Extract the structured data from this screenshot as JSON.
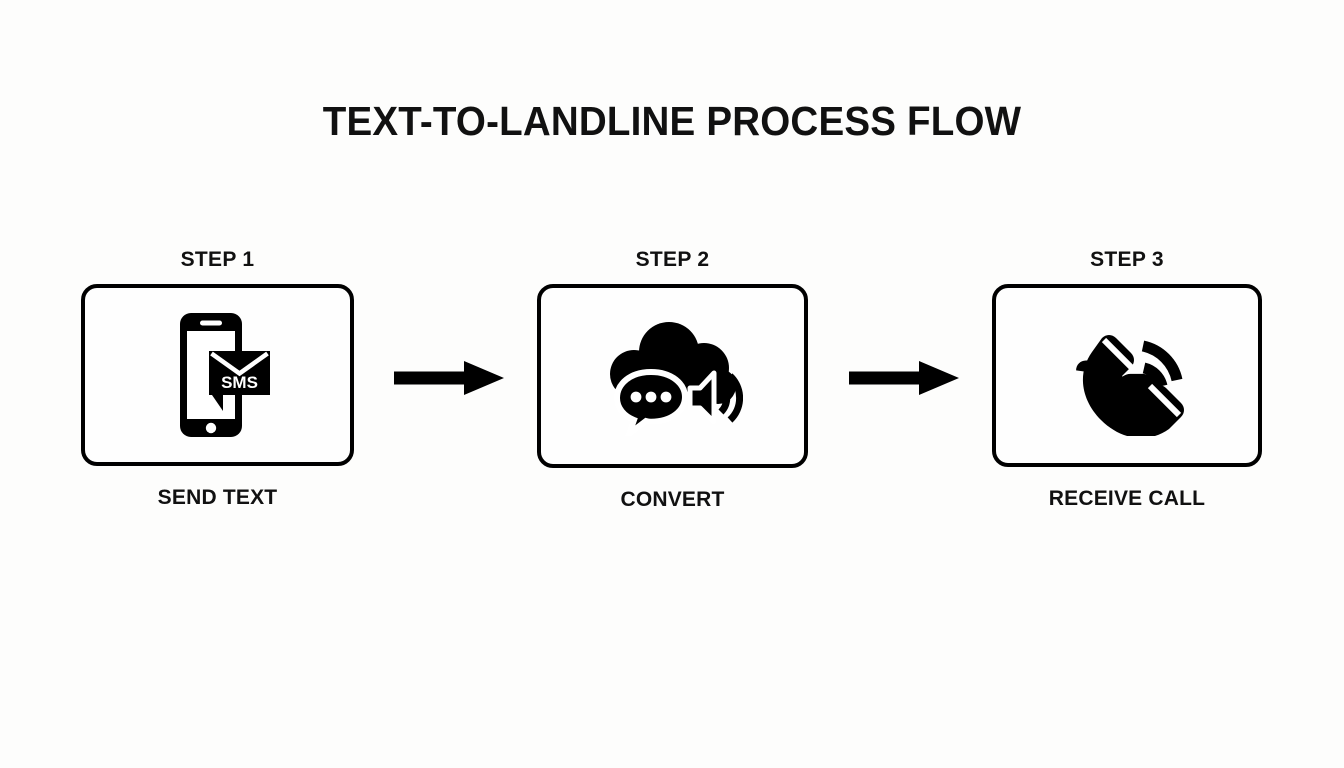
{
  "diagram": {
    "title": "TEXT-TO-LANDLINE PROCESS FLOW",
    "background_color": "#fdfdfc",
    "ink_color": "#000000",
    "orientation": "horizontal",
    "steps": [
      {
        "label": "STEP 1",
        "caption": "SEND TEXT",
        "icon": "smartphone-sms-icon",
        "icon_text": "SMS"
      },
      {
        "label": "STEP 2",
        "caption": "CONVERT",
        "icon": "cloud-speech-speaker-icon",
        "icon_text": ""
      },
      {
        "label": "STEP 3",
        "caption": "RECEIVE CALL",
        "icon": "telephone-handset-ringing-icon",
        "icon_text": ""
      }
    ],
    "connectors": [
      {
        "name": "arrow-step1-to-step2",
        "icon": "arrow-right-icon"
      },
      {
        "name": "arrow-step2-to-step3",
        "icon": "arrow-right-icon"
      }
    ]
  }
}
